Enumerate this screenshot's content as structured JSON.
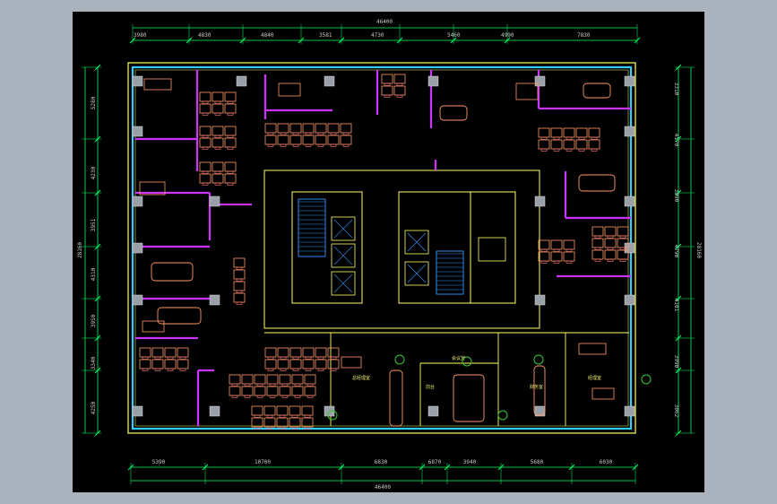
{
  "viewer": {
    "background": "#a9b2bd",
    "canvas_color": "#000000"
  },
  "colors": {
    "dimension": "#00ff66",
    "outer_wall": "#ffff66",
    "curtain_wall": "#33ccff",
    "partition": "#cc33ff",
    "furniture": "#ff9966",
    "core": "#ffff66",
    "stair": "#3399ff",
    "column": "#9aa0a8",
    "plant": "#33cc33"
  },
  "dimensions": {
    "top_overall": "46400",
    "top_segments": [
      "3980",
      "4830",
      "4840",
      "3581",
      "4730",
      "5460",
      "4990",
      "7830"
    ],
    "bottom_overall": "46400",
    "bottom_segments": [
      "5390",
      "10700",
      "6830",
      "6870",
      "3940",
      "5680",
      "6030"
    ],
    "left_overall": "28160",
    "left_segments": [
      "5280",
      "4230",
      "3951",
      "4310",
      "3950",
      "3340",
      "4250"
    ],
    "right_overall": "28160",
    "right_segments": [
      "3310",
      "4570",
      "3990",
      "4790",
      "4101",
      "3990",
      "3062"
    ]
  },
  "room_labels": [
    "总经理室",
    "会议室",
    "前台",
    "财务室",
    "经理室"
  ]
}
